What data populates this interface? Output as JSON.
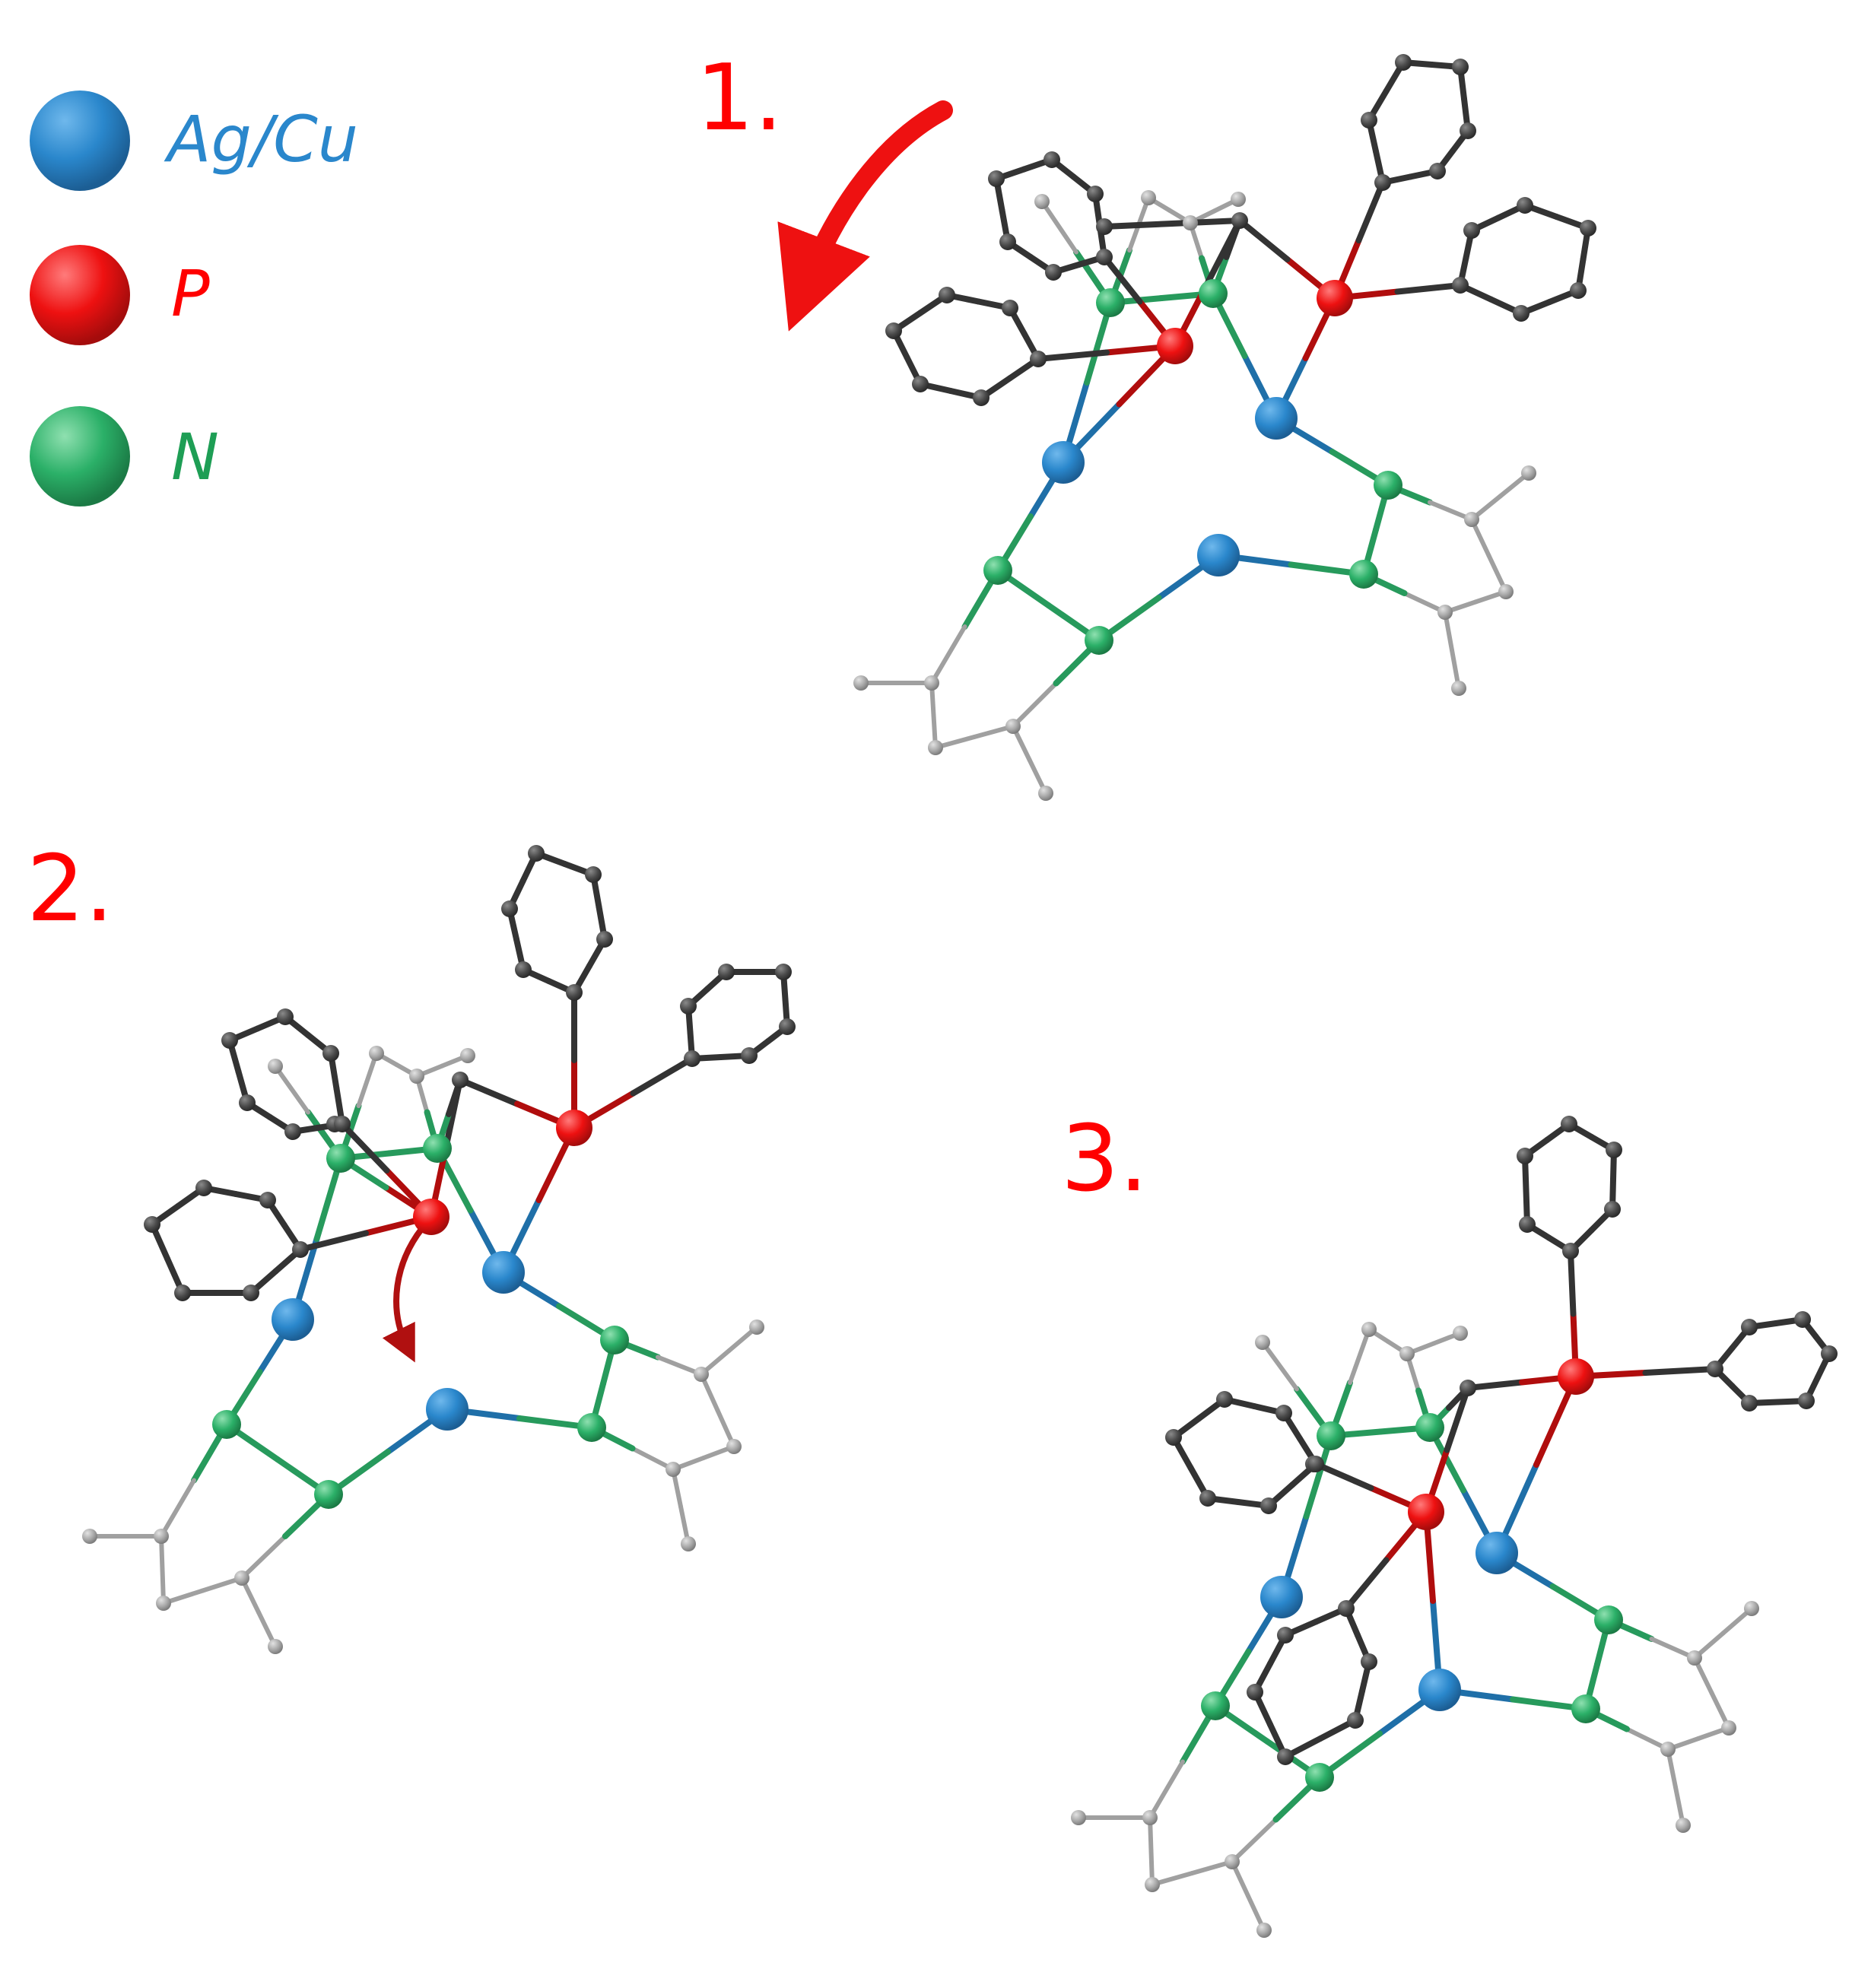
{
  "legend": {
    "items": [
      {
        "key": "metal",
        "label": "Ag/Cu",
        "color": "#2a87cc"
      },
      {
        "key": "p",
        "label": "P",
        "color": "#ff0000"
      },
      {
        "key": "n",
        "label": "N",
        "color": "#1e9e55"
      }
    ]
  },
  "steps": {
    "step1": "1.",
    "step2": "2.",
    "step3": "3."
  },
  "colors": {
    "label": "#ff0000",
    "arrow": "#ee1111",
    "arrow_dark": "#b01010",
    "carbon_dark": "#4a4a4a",
    "carbon_light": "#a8a8a8",
    "bond_dark": "#333333",
    "bond_light": "#a0a0a0",
    "metal": "#2a87cc",
    "p": "#ee1111",
    "n": "#2bb068",
    "metal_bond": "#1f6fa8",
    "p_bond": "#b00d0d",
    "n_bond": "#279a5c"
  }
}
